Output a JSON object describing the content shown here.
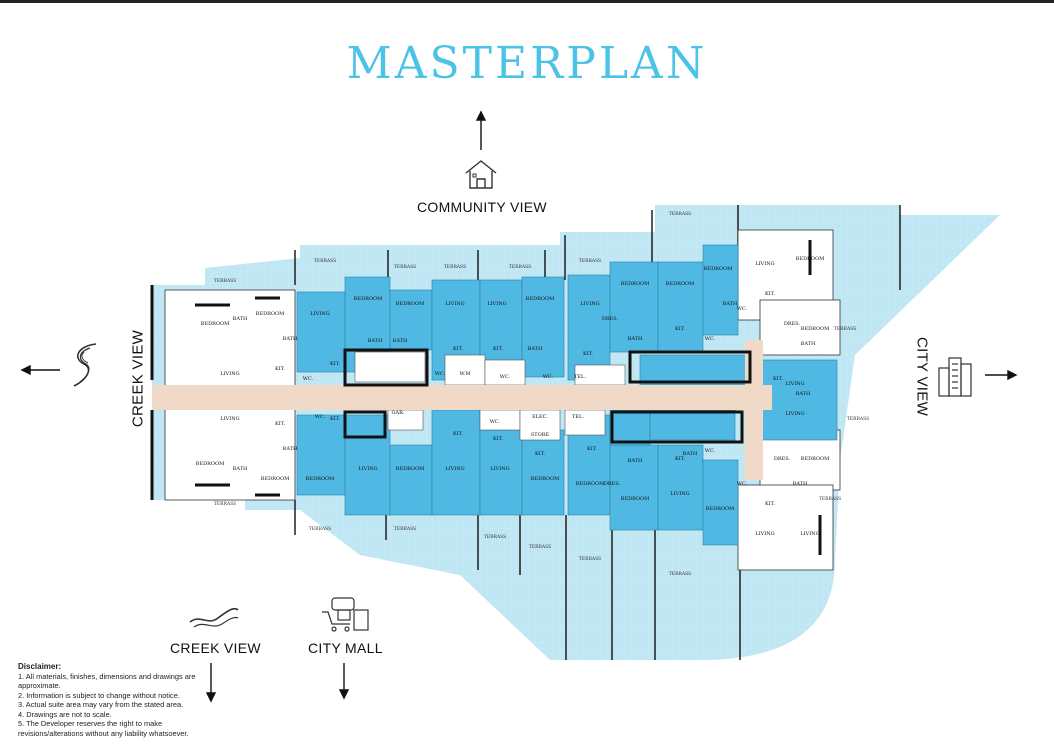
{
  "title": "MASTERPLAN",
  "labels": {
    "community_view": "COMMUNITY VIEW",
    "creek_view_left": "CREEK VIEW",
    "city_view": "CITY VIEW",
    "creek_view_bottom": "CREEK VIEW",
    "city_mall": "CITY MALL"
  },
  "rooms": {
    "bedroom": "BEDROOM",
    "living": "LIVING",
    "kit": "KIT.",
    "bath": "BATH",
    "wc": "WC.",
    "dres": "DRES.",
    "terrass": "TERRASS",
    "gar": "GAR.",
    "elec": "ELEC.",
    "store": "STORE",
    "tel": "TEL.",
    "wm": "W.M"
  },
  "disclaimer": {
    "heading": "Disclaimer:",
    "items": [
      "1. All materials, finishes, dimensions and drawings are approximate.",
      "2. Information is subject to change without notice.",
      "3. Actual suite area may vary from the stated area.",
      "4. Drawings are not to scale.",
      "5. The Developer reserves the right to make revisions/alterations without any liability whatsoever."
    ]
  },
  "colors": {
    "title": "#4cc3e6",
    "terrace": "#bfe6f3",
    "unit": "#4fb9e3",
    "corridor": "#f1d9c8",
    "wall": "#111111"
  }
}
